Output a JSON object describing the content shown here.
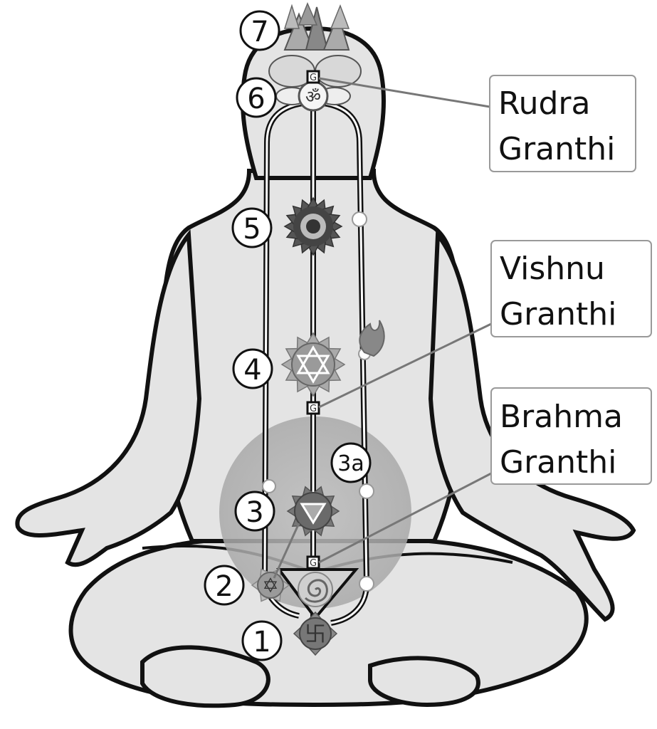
{
  "chakras": [
    {
      "number": "1",
      "symbol_icon": "swastika-icon",
      "glyph": "卐"
    },
    {
      "number": "2",
      "symbol_icon": "hexagram-icon",
      "glyph": "✡"
    },
    {
      "number": "3",
      "symbol_icon": "triangle-lotus-icon",
      "glyph": ""
    },
    {
      "number": "3a",
      "symbol_icon": "dot-icon",
      "glyph": ""
    },
    {
      "number": "4",
      "symbol_icon": "star-lotus-icon",
      "glyph": ""
    },
    {
      "number": "5",
      "symbol_icon": "circle-lotus-icon",
      "glyph": ""
    },
    {
      "number": "6",
      "symbol_icon": "om-icon",
      "glyph": "ॐ"
    },
    {
      "number": "7",
      "symbol_icon": "thousand-petal-lotus-icon",
      "glyph": ""
    }
  ],
  "granthis": [
    {
      "line1": "Rudra",
      "line2": "Granthi"
    },
    {
      "line1": "Vishnu",
      "line2": "Granthi"
    },
    {
      "line1": "Brahma",
      "line2": "Granthi"
    }
  ],
  "icons": {
    "granthi_knot": "knot-icon",
    "flame": "flame-icon",
    "spiral": "spiral-icon"
  },
  "colors": {
    "body_fill": "#e4e4e4",
    "outline": "#111111",
    "aura": "#b7b7b7"
  }
}
